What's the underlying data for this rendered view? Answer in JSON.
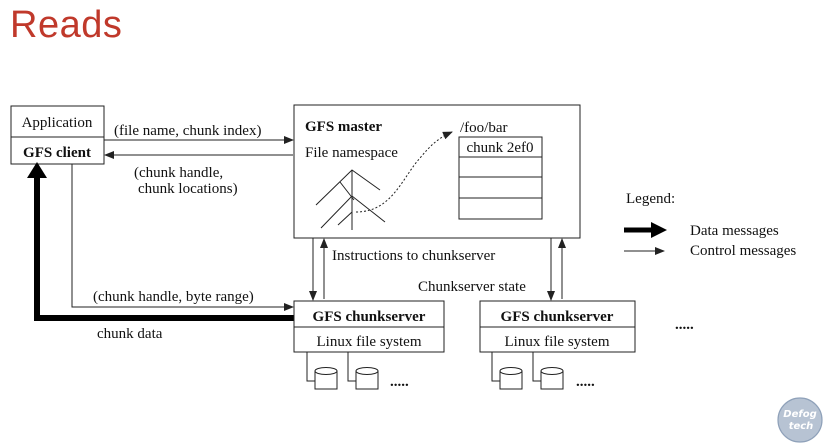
{
  "slide": {
    "title": "Reads"
  },
  "application_box": {
    "app_label": "Application",
    "client_label": "GFS client"
  },
  "master": {
    "title": "GFS master",
    "namespace_label": "File namespace",
    "path_label": "/foo/bar",
    "chunk_label": "chunk 2ef0"
  },
  "messages": {
    "request": "(file name, chunk index)",
    "reply_line1": "(chunk handle,",
    "reply_line2": "chunk locations)",
    "read_request": "(chunk handle, byte range)",
    "chunk_data": "chunk data",
    "instructions": "Instructions to chunkserver",
    "state": "Chunkserver state"
  },
  "chunkservers": [
    {
      "title": "GFS chunkserver",
      "fs_label": "Linux file system"
    },
    {
      "title": "GFS chunkserver",
      "fs_label": "Linux file system"
    }
  ],
  "ellipsis": {
    "disks_1": ".....",
    "disks_2": ".....",
    "servers": "....."
  },
  "legend": {
    "title": "Legend:",
    "data_label": "Data messages",
    "control_label": "Control messages"
  },
  "logo": {
    "line1": "Defog",
    "line2": "tech"
  }
}
